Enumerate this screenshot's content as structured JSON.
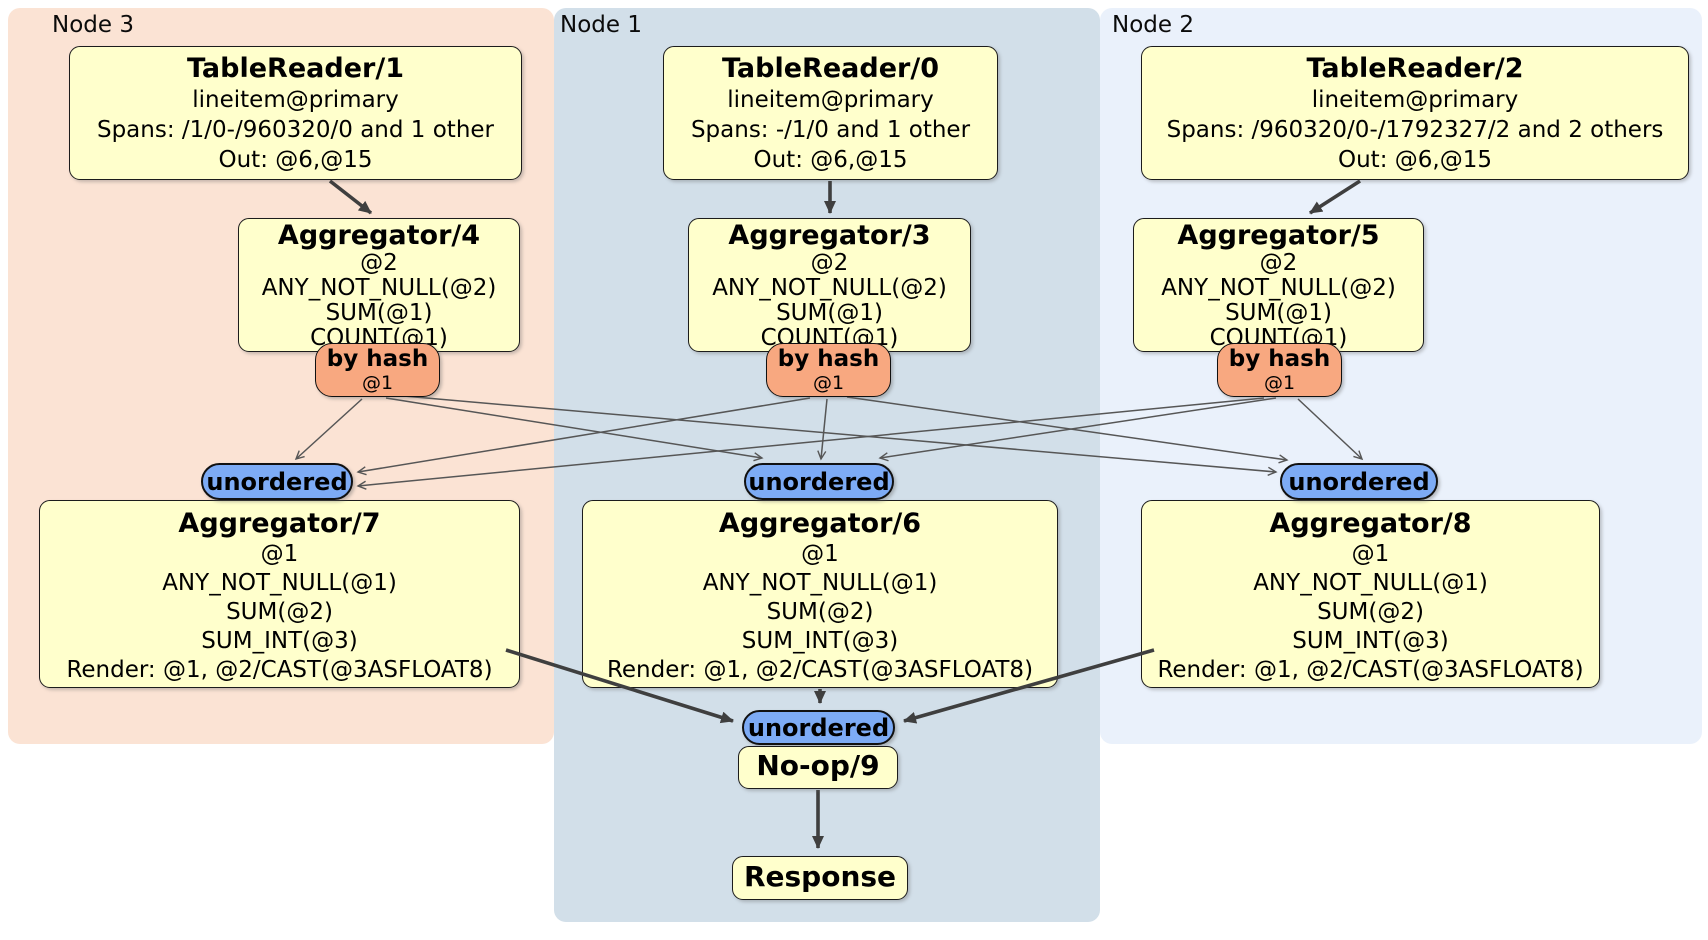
{
  "regions": [
    {
      "label": "Node 3"
    },
    {
      "label": "Node 1"
    },
    {
      "label": "Node 2"
    }
  ],
  "tablereaders": [
    {
      "title": "TableReader/1",
      "lines": [
        "lineitem@primary",
        "Spans: /1/0-/960320/0 and 1 other",
        "Out: @6,@15"
      ]
    },
    {
      "title": "TableReader/0",
      "lines": [
        "lineitem@primary",
        "Spans: -/1/0 and 1 other",
        "Out: @6,@15"
      ]
    },
    {
      "title": "TableReader/2",
      "lines": [
        "lineitem@primary",
        "Spans: /960320/0-/1792327/2 and 2 others",
        "Out: @6,@15"
      ]
    }
  ],
  "aggregators_stage1": [
    {
      "title": "Aggregator/4",
      "lines": [
        "@2",
        "ANY_NOT_NULL(@2)",
        "SUM(@1)",
        "COUNT(@1)"
      ]
    },
    {
      "title": "Aggregator/3",
      "lines": [
        "@2",
        "ANY_NOT_NULL(@2)",
        "SUM(@1)",
        "COUNT(@1)"
      ]
    },
    {
      "title": "Aggregator/5",
      "lines": [
        "@2",
        "ANY_NOT_NULL(@2)",
        "SUM(@1)",
        "COUNT(@1)"
      ]
    }
  ],
  "routers": [
    {
      "label": "by hash",
      "tag": "@1"
    },
    {
      "label": "by hash",
      "tag": "@1"
    },
    {
      "label": "by hash",
      "tag": "@1"
    }
  ],
  "syncs": [
    {
      "label": "unordered"
    },
    {
      "label": "unordered"
    },
    {
      "label": "unordered"
    }
  ],
  "aggregators_stage2": [
    {
      "title": "Aggregator/7",
      "lines": [
        "@1",
        "ANY_NOT_NULL(@1)",
        "SUM(@2)",
        "SUM_INT(@3)",
        "Render: @1, @2/CAST(@3ASFLOAT8)"
      ]
    },
    {
      "title": "Aggregator/6",
      "lines": [
        "@1",
        "ANY_NOT_NULL(@1)",
        "SUM(@2)",
        "SUM_INT(@3)",
        "Render: @1, @2/CAST(@3ASFLOAT8)"
      ]
    },
    {
      "title": "Aggregator/8",
      "lines": [
        "@1",
        "ANY_NOT_NULL(@1)",
        "SUM(@2)",
        "SUM_INT(@3)",
        "Render: @1, @2/CAST(@3ASFLOAT8)"
      ]
    }
  ],
  "final_sync": {
    "label": "unordered"
  },
  "noop": {
    "title": "No-op/9"
  },
  "response": {
    "title": "Response"
  },
  "colors": {
    "region_node3_bg": "#fbe3d4",
    "region_node1_bg": "#d2dfe9",
    "region_node2_bg": "#eaf1fb",
    "processor_box_fill": "#ffffcc",
    "router_fill": "#f8a880",
    "sync_fill": "#7dabf5",
    "edge_thin": "#565656",
    "edge_thick": "#3f3f3f"
  }
}
